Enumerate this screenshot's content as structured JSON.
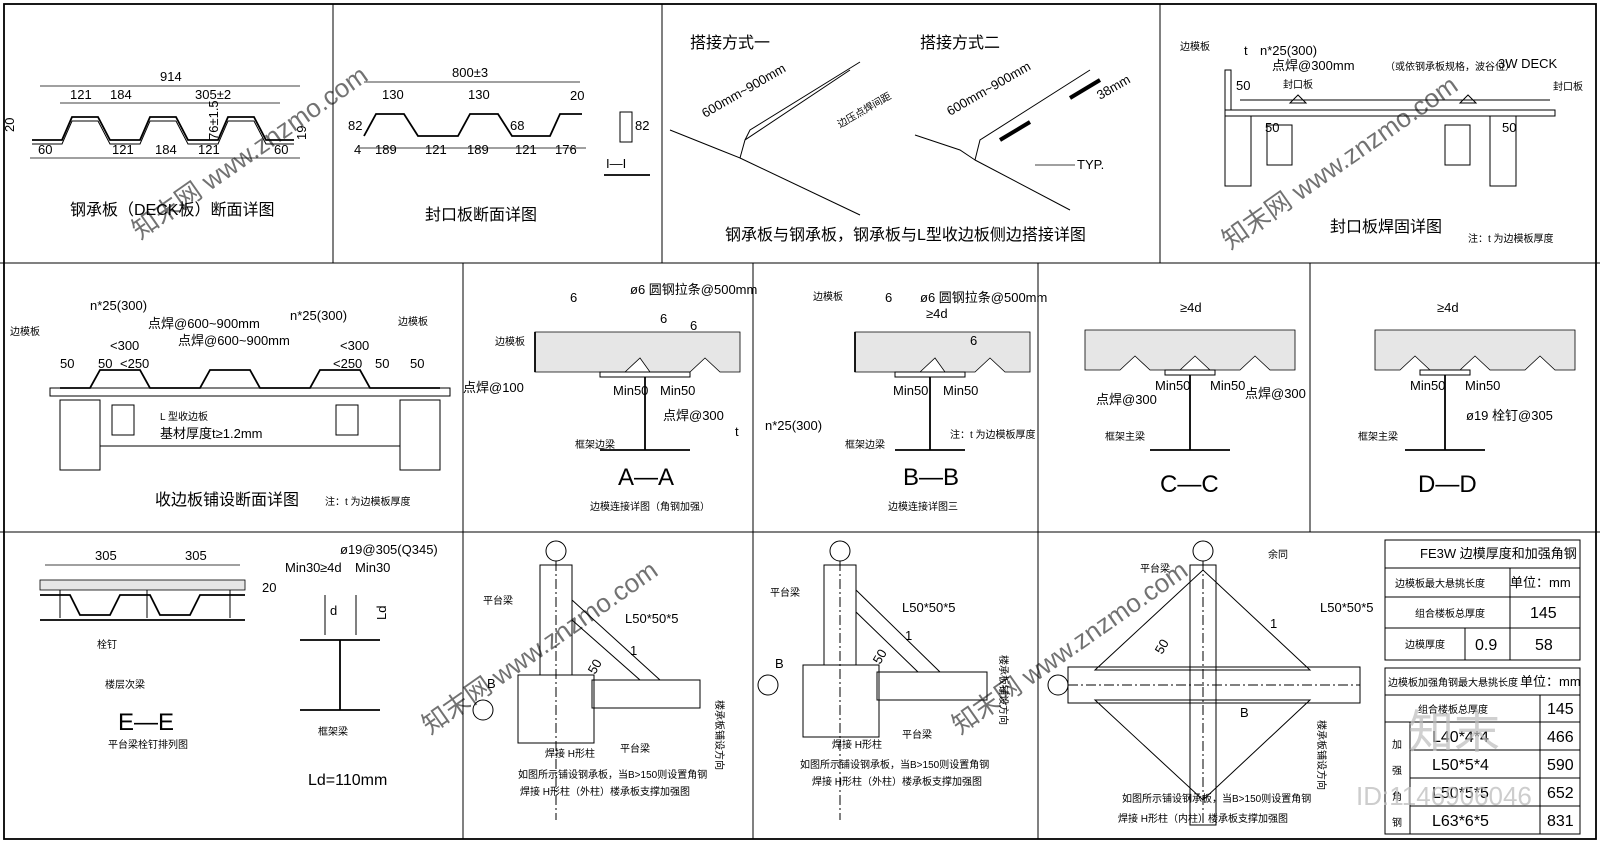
{
  "captions": {
    "deck_section": "钢承板（DECK板）断面详图",
    "closure_section": "封口板断面详图",
    "lap_detail": "钢承板与钢承板，钢承板与L型收边板侧边搭接详图",
    "closure_weld": "封口板焊固详图",
    "edge_section": "收边板铺设断面详图",
    "aa_sub": "边模连接详图（角钢加强）",
    "bb_sub": "边模连接详图三",
    "ee_sub": "平台梁栓钉排列图",
    "fig_outer": "焊接 H形柱（外柱）楼承板支撑加强图",
    "fig_outer2": "焊接 H形柱（外柱）楼承板支撑加强图",
    "fig_inner": "焊接 H形柱（内柱）楼承板支撑加强图"
  },
  "section_marks": {
    "aa": "A—A",
    "bb": "B—B",
    "cc": "C—C",
    "dd": "D—D",
    "ee": "E—E",
    "ii": "I—I"
  },
  "deck": {
    "total": "914",
    "d121a": "121",
    "d184a": "184",
    "d305": "305±2",
    "d60a": "60",
    "d121b": "121",
    "d184b": "184",
    "d121c": "121",
    "d60b": "60",
    "h20": "20",
    "h76": "76±1.5",
    "h19": "19"
  },
  "closure": {
    "total": "800±3",
    "d130a": "130",
    "d130b": "130",
    "h82": "82",
    "h68": "68",
    "h20": "20",
    "d189a": "189",
    "d121a": "121",
    "d189b": "189",
    "d121b": "121",
    "d176": "176",
    "d4": "4",
    "h82b": "82"
  },
  "lap": {
    "method1": "搭接方式一",
    "method2": "搭接方式二",
    "range1": "600mm~900mm",
    "range2": "600mm~900mm",
    "d38": "38mm",
    "typ": "TYP.",
    "note1": "边压点焊间距"
  },
  "weld": {
    "n25": "n*25(300)",
    "spot": "点焊@300mm",
    "spot_note": "（或依钢承板规格，波谷位）",
    "deck3w": "3W DECK",
    "edge_board": "边模板",
    "closure_board": "封口板",
    "closure_board2": "封口板",
    "d50a": "50",
    "d50b": "50",
    "d50c": "50",
    "t": "t",
    "note_t": "注：t 为边模板厚度"
  },
  "edge": {
    "n25a": "n*25(300)",
    "n25b": "n*25(300)",
    "spot1": "点焊@600~900mm",
    "spot2": "点焊@600~900mm",
    "lt300a": "<300",
    "lt300b": "<300",
    "lt250a": "<250",
    "lt250b": "<250",
    "d50a": "50",
    "d50b": "50",
    "d50c": "50",
    "d50d": "50",
    "lbar": "L 型收边板",
    "thick": "基材厚度t≥1.2mm",
    "note_t": "注：t 为边模板厚度",
    "edge_mold": "边模板",
    "edge_mold2": "边模板"
  },
  "aa": {
    "w6": "6",
    "stud": "ø6 圆钢拉条@500mm",
    "w6b": "6",
    "w6c": "6",
    "spot100": "点焊@100",
    "min50a": "Min50",
    "min50b": "Min50",
    "spot300": "点焊@300",
    "t": "t",
    "frame": "框架边梁",
    "edge_mold": "边模板"
  },
  "bb": {
    "w6": "6",
    "stud": "ø6 圆钢拉条@500mm",
    "w4d": "≥4d",
    "w6b": "6",
    "min50a": "Min50",
    "min50b": "Min50",
    "n25": "n*25(300)",
    "frame": "框架边梁",
    "note_t": "注：t 为边模板厚度",
    "edge_mold": "边模板"
  },
  "cc": {
    "w4d": "≥4d",
    "min50a": "Min50",
    "min50b": "Min50",
    "spot300a": "点焊@300",
    "spot300b": "点焊@300",
    "main": "框架主梁"
  },
  "dd": {
    "w4d": "≥4d",
    "min50a": "Min50",
    "min50b": "Min50",
    "stud": "ø19 栓钉@305",
    "main": "框架主梁"
  },
  "ee": {
    "d305a": "305",
    "d305b": "305",
    "stud": "ø19@305(Q345)",
    "min30a": "Min30",
    "w4d": "≥4d",
    "min30b": "Min30",
    "d": "d",
    "ld": "Ld",
    "h20": "20",
    "ld110": "Ld=110mm",
    "bolt": "栓钉",
    "beam": "楼层次梁",
    "frame": "框架梁"
  },
  "outer": {
    "pt_beam": "平台梁",
    "angle": "L50*50*5",
    "n50": "50",
    "b": "B",
    "one": "1",
    "hcol": "焊接 H形柱",
    "note": "如图所示铺设钢承板，当B>150则设置角钢",
    "pt_beam2": "平台梁",
    "dir": "楼承板铺设方向"
  },
  "outer2": {
    "pt_beam": "平台梁",
    "angle": "L50*50*5",
    "n50": "50",
    "b": "B",
    "one": "1",
    "hcol": "焊接 H形柱",
    "note": "如图所示铺设钢承板，当B>150则设置角钢",
    "pt_beam2": "平台梁",
    "dir": "楼承板铺设方向"
  },
  "inner": {
    "pt_beam": "平台梁",
    "rest": "余同",
    "angle": "L50*50*5",
    "n50": "50",
    "b": "B",
    "one": "1",
    "note": "如图所示铺设钢承板，当B>150则设置角钢",
    "dir": "楼承板铺设方向"
  },
  "table1": {
    "title": "FE3W 边模厚度和加强角钢",
    "h1": "边模板最大悬挑长度",
    "unit": "单位：mm",
    "r1": "组合楼板总厚度",
    "r1v": "145",
    "r2": "边模厚度",
    "r2a": "0.9",
    "r2v": "58"
  },
  "table2": {
    "h1": "边模板加强角钢最大悬挑长度",
    "unit": "单位：mm",
    "r1": "组合楼板总厚度",
    "r1v": "145",
    "side": [
      "加",
      "强",
      "角",
      "钢"
    ],
    "rows": [
      {
        "a": "L40*4*4",
        "v": "466"
      },
      {
        "a": "L50*5*4",
        "v": "590"
      },
      {
        "a": "L50*5*5",
        "v": "652"
      },
      {
        "a": "L63*6*5",
        "v": "831"
      }
    ]
  },
  "watermark": {
    "text": "知末网 www.znzmo.com",
    "id": "ID:1146906046",
    "logo": "知末"
  }
}
